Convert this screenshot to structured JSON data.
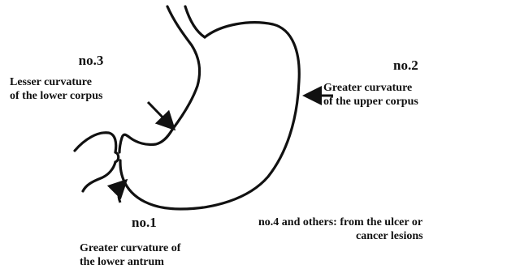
{
  "colors": {
    "ink": "#111111",
    "background": "#ffffff"
  },
  "labels": {
    "site3": {
      "number": "no.3",
      "line1": "Lesser curvature",
      "line2": "of the lower corpus"
    },
    "site2": {
      "number": "no.2",
      "line1": "Greater curvature",
      "line2": "of the upper corpus"
    },
    "site1": {
      "number": "no.1",
      "line1": "Greater curvature of",
      "line2": "the lower antrum"
    },
    "site4": {
      "line1": "no.4 and others: from the ulcer or",
      "line2": "cancer lesions"
    }
  }
}
